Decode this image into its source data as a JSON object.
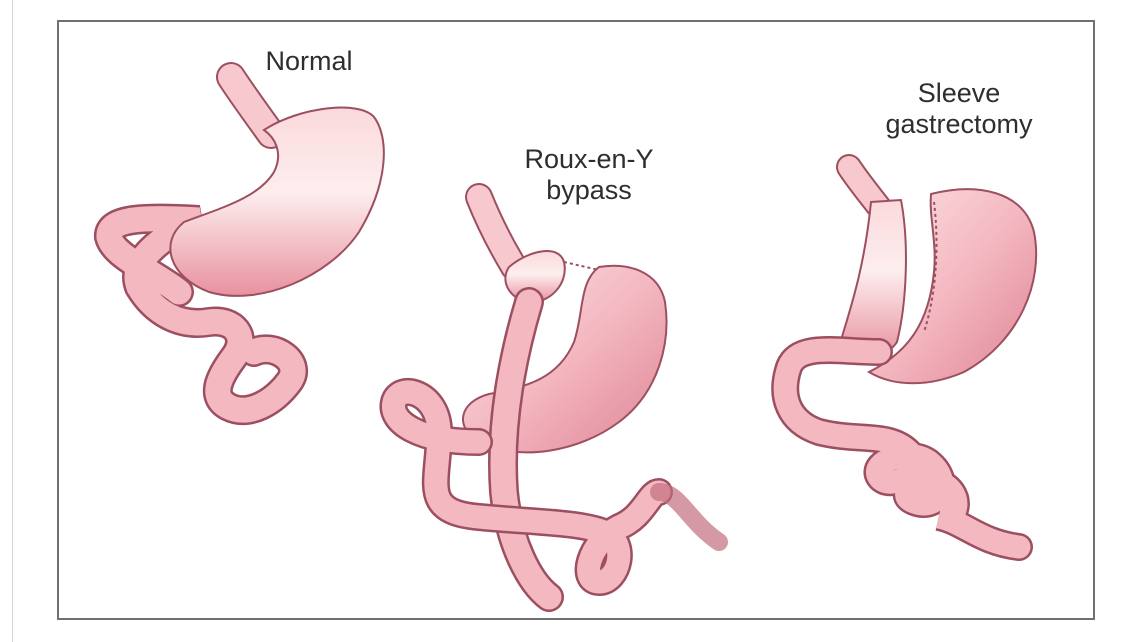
{
  "labels": {
    "normal": "Normal",
    "roux_line1": "Roux-en-Y",
    "roux_line2": "bypass",
    "sleeve_line1": "Sleeve",
    "sleeve_line2": "gastrectomy"
  },
  "colors": {
    "tissue_fill": "#f4b8c1",
    "tissue_light": "#fde9ea",
    "tissue_dark": "#c26d7e",
    "outline": "#9c4f60",
    "frame_border": "#6f6f6f",
    "label_text": "#2e2e2e"
  }
}
